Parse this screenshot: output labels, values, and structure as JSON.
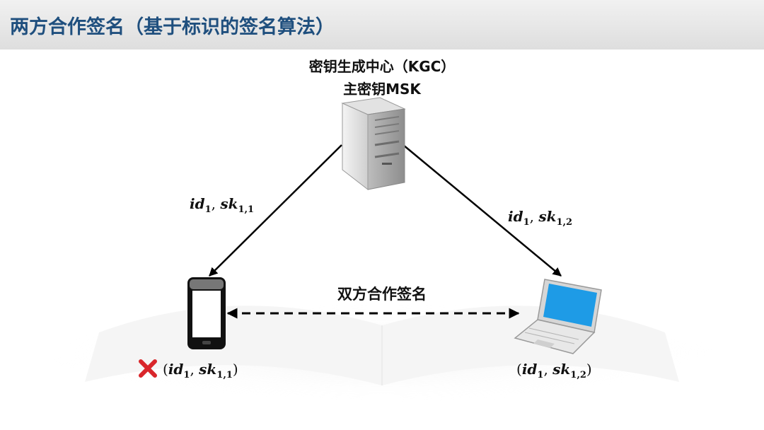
{
  "header": {
    "title": "两方合作签名（基于标识的签名算法）"
  },
  "kgc": {
    "line1": "密钥生成中心（KGC）",
    "line2": "主密钥MSK"
  },
  "protocol": {
    "label": "双方合作签名"
  },
  "math": {
    "id": "id",
    "sk": "sk",
    "sub_id": "1",
    "sub_sk_phone": "1,1",
    "sub_sk_laptop": "1,2",
    "comma": ", ",
    "lparen": "(",
    "rparen": ")"
  },
  "icons": {
    "server": "server-icon",
    "phone": "smartphone-icon",
    "laptop": "laptop-icon",
    "compromised": "red-x-icon"
  },
  "colors": {
    "title": "#1f4f7e",
    "cross": "#d9262b",
    "screen": "#1e9be6"
  }
}
